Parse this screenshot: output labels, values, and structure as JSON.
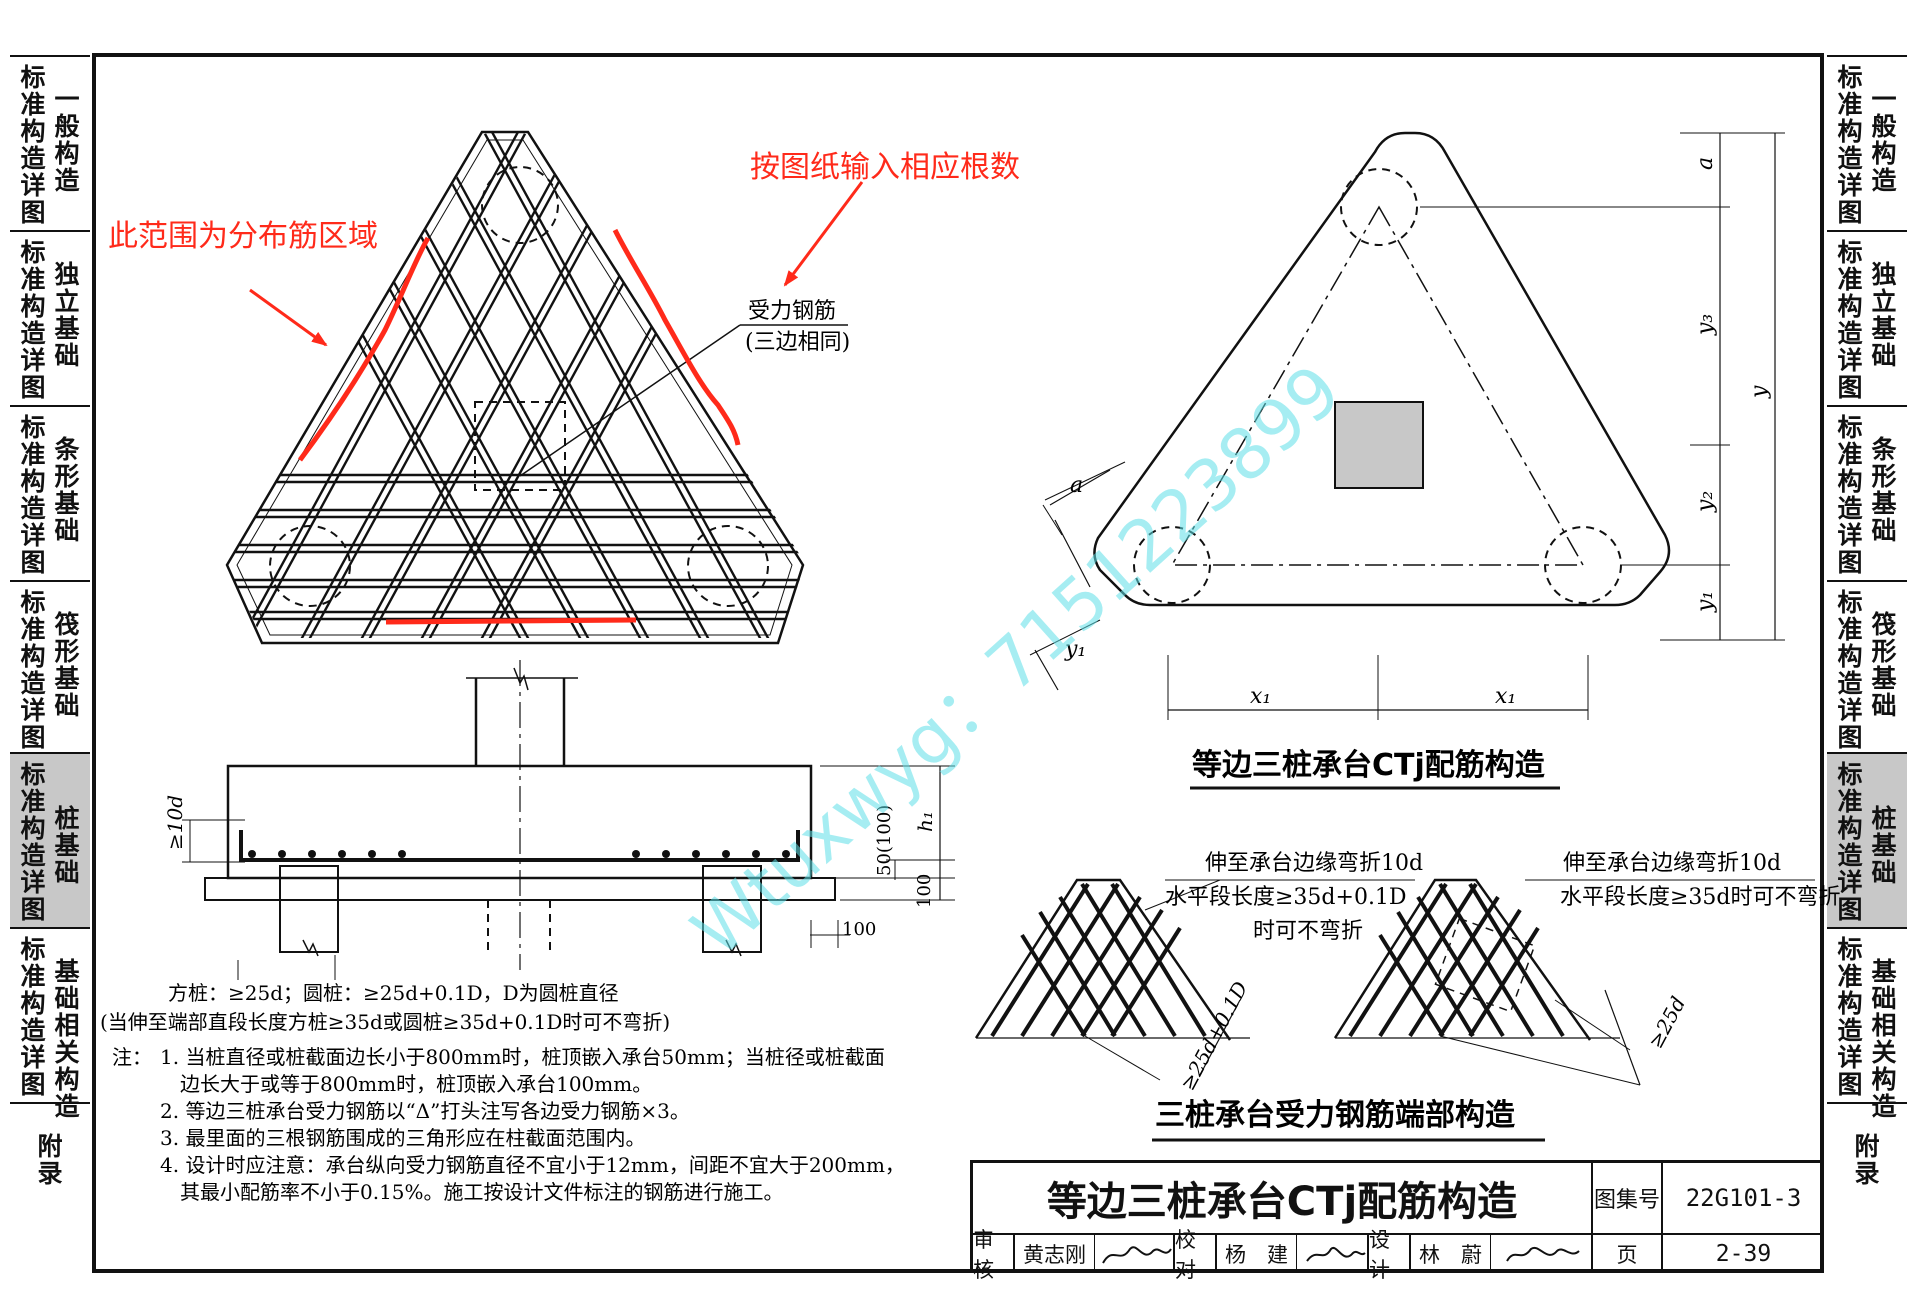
{
  "side_tabs": [
    {
      "colA": "标准构造详图",
      "colB": "一般构造",
      "active": false
    },
    {
      "colA": "标准构造详图",
      "colB": "独立基础",
      "active": false
    },
    {
      "colA": "标准构造详图",
      "colB": "条形基础",
      "active": false
    },
    {
      "colA": "标准构造详图",
      "colB": "筏形基础",
      "active": false
    },
    {
      "colA": "标准构造详图",
      "colB": "桩基础",
      "active": true
    },
    {
      "colA": "标准构造详图",
      "colB": "基础相关构造",
      "active": false
    },
    {
      "colA": "",
      "colB": "附录",
      "active": false
    }
  ],
  "annotations": {
    "distribution_area": "此范围为分布筋区域",
    "input_count": "按图纸输入相应根数"
  },
  "labels": {
    "main_rebar": "受力钢筋",
    "main_rebar_note": "(三边相同)",
    "dim_a": "a",
    "dim_y": "y",
    "dim_y3": "y₃",
    "dim_y2": "y₂",
    "dim_y1": "y₁",
    "dim_x1": "x₁",
    "dim_h1": "h₁",
    "dim_10d": "≥10d",
    "dim_50_100": "50(100)",
    "dim_100": "100",
    "dim_25d_01D": "≥25d+0.1D",
    "dim_25d": "≥25d",
    "bend_note_1": "伸至承台边缘弯折10d",
    "bend_note_2": "水平段长度≥35d+0.1D",
    "bend_note_3": "时可不弯折",
    "bend_note_4": "伸至承台边缘弯折10d",
    "bend_note_5": "水平段长度≥35d时可不弯折",
    "anchor_note_1": "方桩：≥25d；圆桩：≥25d+0.1D，D为圆桩直径",
    "anchor_note_2": "(当伸至端部直段长度方桩≥35d或圆桩≥35d+0.1D时可不弯折)"
  },
  "titles": {
    "plan_title": "等边三桩承台CTj配筋构造",
    "end_title": "三桩承台受力钢筋端部构造"
  },
  "notes": {
    "prefix": "注：",
    "items": [
      "1. 当桩直径或桩截面边长小于800mm时，桩顶嵌入承台50mm；当桩径或桩截面",
      "边长大于或等于800mm时，桩顶嵌入承台100mm。",
      "2. 等边三桩承台受力钢筋以“Δ”打头注写各边受力钢筋×3。",
      "3. 最里面的三根钢筋围成的三角形应在柱截面范围内。",
      "4. 设计时应注意：承台纵向受力钢筋直径不宜小于12mm，间距不宜大于200mm，",
      "其最小配筋率不小于0.15%。施工按设计文件标注的钢筋进行施工。"
    ]
  },
  "watermark": "Wtuxwyg：7151223899",
  "title_block": {
    "main_title": "等边三桩承台CTj配筋构造",
    "atlas_label": "图集号",
    "atlas_no": "22G101-3",
    "review_label": "审核",
    "reviewer": "黄志刚",
    "check_label": "校对",
    "checker": "杨　建",
    "design_label": "设计",
    "designer": "林　蔚",
    "page_label": "页",
    "page_no": "2-39"
  },
  "colors": {
    "annotation_red": "#ff2a1a",
    "watermark": "#5fe0e8",
    "column_fill": "#c8c8c8",
    "tab_active": "#c8c8c8"
  }
}
